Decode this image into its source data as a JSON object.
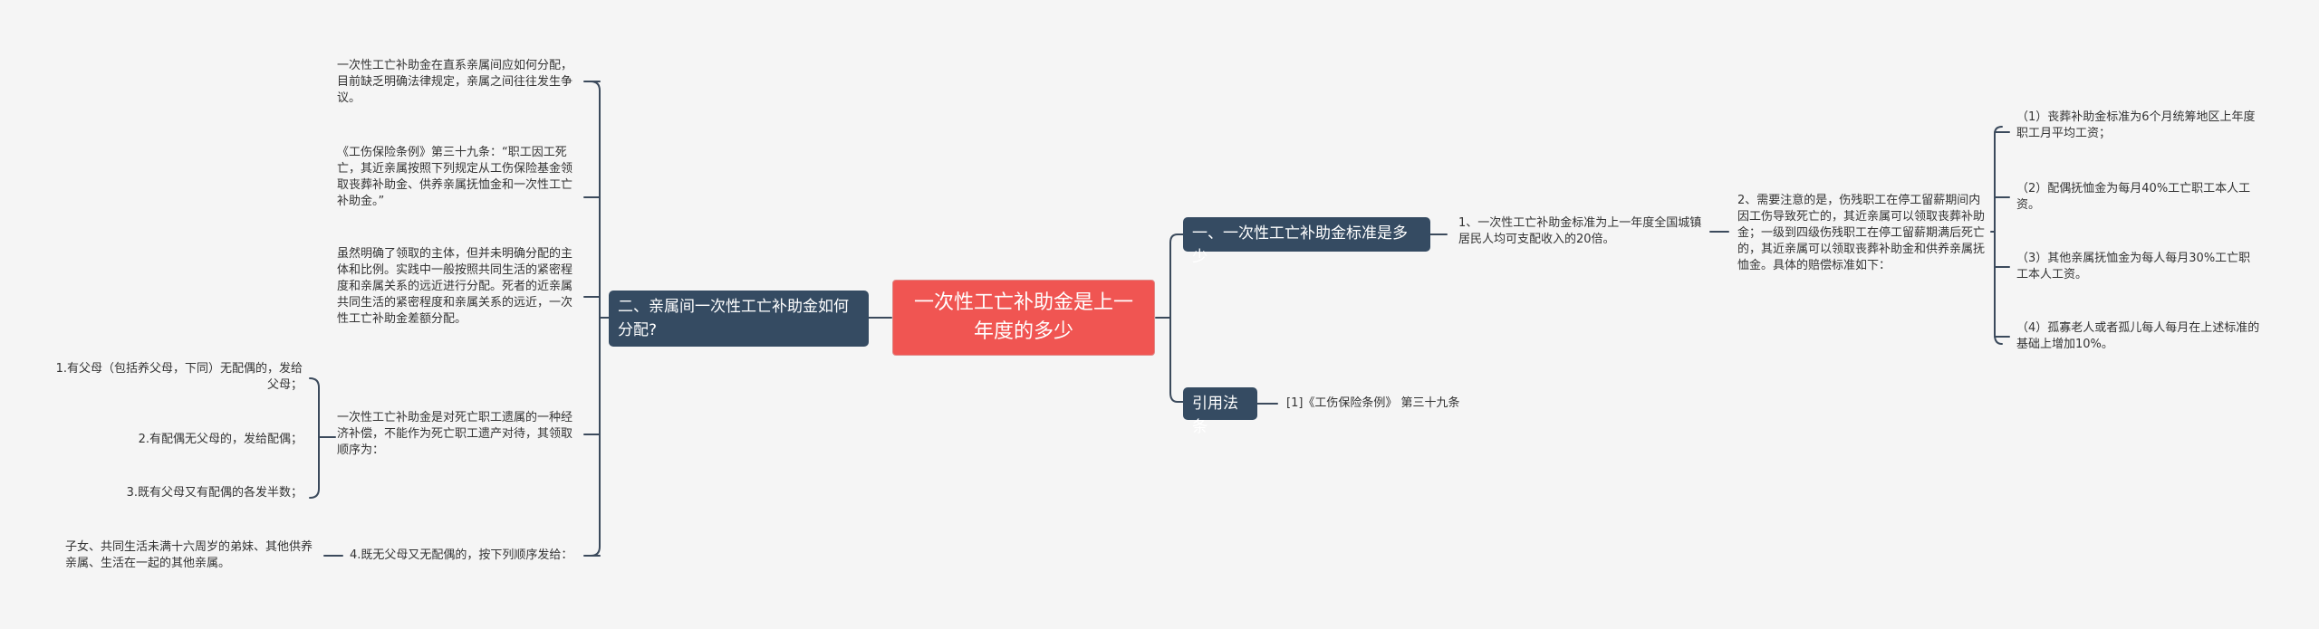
{
  "colors": {
    "background": "#f5f5f5",
    "root_fill": "#f05552",
    "branch_fill": "#354b62",
    "line": "#3b4a5c",
    "text": "#333333"
  },
  "root": {
    "label": "一次性工亡补助金是上一年度的多少"
  },
  "right": {
    "b1": {
      "label": "一、一次性工亡补助金标准是多少",
      "c1": "1、一次性工亡补助金标准为上一年度全国城镇居民人均可支配收入的20倍。",
      "c2": "2、需要注意的是，伤残职工在停工留薪期间内因工伤导致死亡的，其近亲属可以领取丧葬补助金；一级到四级伤残职工在停工留薪期满后死亡的，其近亲属可以领取丧葬补助金和供养亲属抚恤金。具体的赔偿标准如下：",
      "leaves": [
        "（1）丧葬补助金标准为6个月统筹地区上年度职工月平均工资；",
        "（2）配偶抚恤金为每月40%工亡职工本人工资。",
        "（3）其他亲属抚恤金为每人每月30%工亡职工本人工资。",
        "（4）孤寡老人或者孤儿每人每月在上述标准的基础上增加10%。"
      ]
    },
    "b2": {
      "label": "引用法条",
      "c1": "[1]《工伤保险条例》 第三十九条"
    }
  },
  "left": {
    "label": "二、亲属间一次性工亡补助金如何分配?",
    "items": [
      "一次性工亡补助金在直系亲属间应如何分配，目前缺乏明确法律规定，亲属之间往往发生争议。",
      "《工伤保险条例》第三十九条：“职工因工死亡，其近亲属按照下列规定从工伤保险基金领取丧葬补助金、供养亲属抚恤金和一次性工亡补助金。”",
      "虽然明确了领取的主体，但并未明确分配的主体和比例。实践中一般按照共同生活的紧密程度和亲属关系的远近进行分配。死者的近亲属共同生活的紧密程度和亲属关系的远近，一次性工亡补助金差额分配。",
      "一次性工亡补助金是对死亡职工遗属的一种经济补偿，不能作为死亡职工遗产对待，其领取顺序为：",
      "4.既无父母又无配偶的，按下列顺序发给："
    ],
    "order": [
      "1.有父母（包括养父母，下同）无配偶的，发给父母；",
      "2.有配偶无父母的，发给配偶；",
      "3.既有父母又有配偶的各发半数；"
    ],
    "last": "子女、共同生活未满十六周岁的弟妹、其他供养亲属、生活在一起的其他亲属。"
  }
}
